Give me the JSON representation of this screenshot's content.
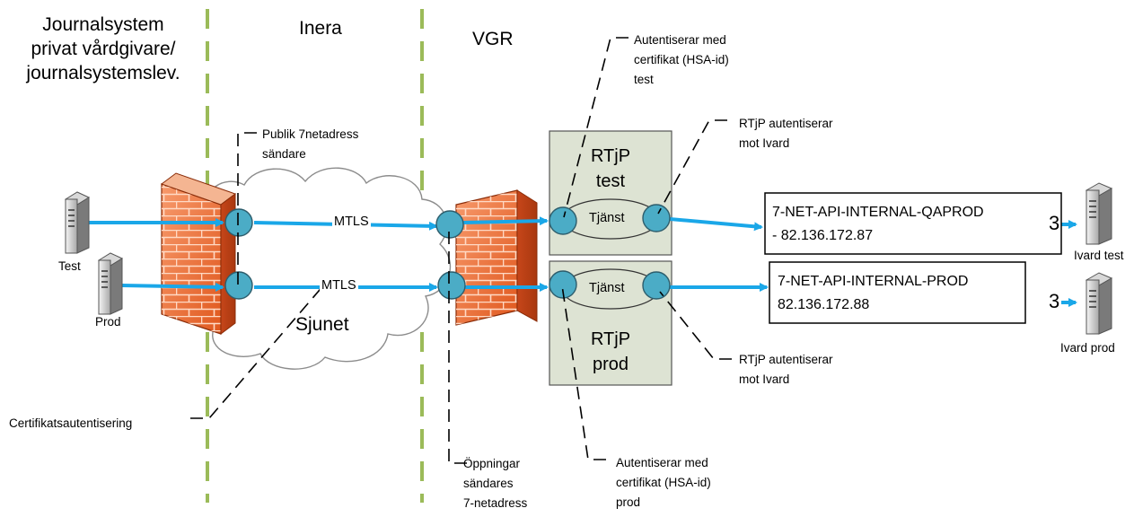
{
  "columns": {
    "journal": [
      "Journalsystem",
      "privat vårdgivare/",
      "journalsystemslev."
    ],
    "inera": "Inera",
    "vgr": "VGR"
  },
  "callouts": {
    "publik_adress": [
      "Publik 7netadress",
      "sändare"
    ],
    "auth_test": [
      "Autentiserar med",
      "certifikat (HSA-id)",
      "test"
    ],
    "rtjp_auth_top": [
      "RTjP autentiserar",
      "mot Ivard"
    ],
    "rtjp_auth_bottom": [
      "RTjP autentiserar",
      "mot Ivard"
    ],
    "cert_auth": "Certifikatsautentisering",
    "openings": [
      "Öppningar",
      "sändares",
      "7-netadress"
    ],
    "auth_prod": [
      "Autentiserar med",
      "certifikat (HSA-id)",
      "prod"
    ]
  },
  "servers": {
    "test": "Test",
    "prod": "Prod",
    "ivard_test": "Ivard test",
    "ivard_prod": "Ivard prod"
  },
  "network": {
    "sjunet": "Sjunet",
    "mtls_top": "MTLS",
    "mtls_bottom": "MTLS"
  },
  "rtjp": {
    "test": [
      "RTjP",
      "test"
    ],
    "prod": [
      "RTjP",
      "prod"
    ],
    "service_top": "Tjänst",
    "service_bottom": "Tjänst"
  },
  "endpoints": {
    "qaprod": [
      "7-NET-API-INTERNAL-QAPROD",
      "- 82.136.172.87"
    ],
    "prod": [
      "7-NET-API-INTERNAL-PROD",
      "82.136.172.88"
    ]
  },
  "arrow_marker": "3",
  "colors": {
    "arrow": "#1aa7e8",
    "node": "#4bacc6",
    "zone_fill": "#dde3d3",
    "divider": "#9bbb59",
    "firewall": "#ee7744"
  }
}
